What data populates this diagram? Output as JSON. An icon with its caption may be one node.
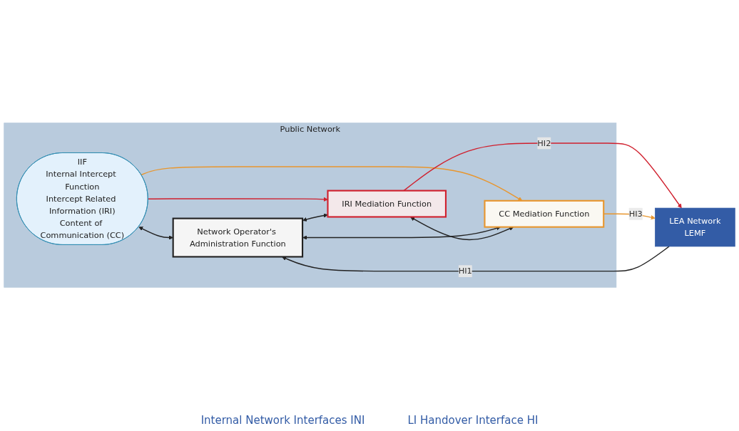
{
  "diagram": {
    "nodes": [
      {
        "text": [
          "Public Network"
        ]
      },
      {
        "text": [
          "IIF",
          "Internal Intercept Function",
          "Intercept Related Information (IRI)",
          "Content of Communication (CC)"
        ],
        "in": 0
      },
      {
        "text": [
          "Network Operator's Administration Function"
        ],
        "in": 0
      },
      {
        "text": [
          "IRI Mediation Function"
        ],
        "in": 0
      },
      {
        "text": [
          "CC Mediation Function"
        ],
        "in": 0
      },
      {
        "text": [
          "LEA Network",
          "LEMF"
        ]
      }
    ],
    "edges": [
      {
        "from": 1,
        "to": 2,
        "arrow": "both"
      },
      {
        "from": 1,
        "to": 3,
        "arrow": "to",
        "color": "#d0202e"
      },
      {
        "from": 1,
        "to": 4,
        "arrow": "to",
        "color": "#e8962e"
      },
      {
        "from": 2,
        "to": 4,
        "arrow": "both"
      },
      {
        "from": 2,
        "to": 3,
        "arrow": "both"
      },
      {
        "from": 3,
        "to": 4,
        "arrow": "both"
      },
      {
        "from": 5,
        "to": 2,
        "arrow": "to",
        "label": "HI1"
      },
      {
        "from": 3,
        "to": 5,
        "arrow": "to",
        "label": "HI2",
        "color": "#d0202e"
      },
      {
        "from": 4,
        "to": 5,
        "arrow": "to",
        "label": "HI3",
        "color": "#e8962e"
      }
    ],
    "labels": [
      "Internal Network Interfaces INI",
      "LI Handover Interface HI"
    ]
  }
}
